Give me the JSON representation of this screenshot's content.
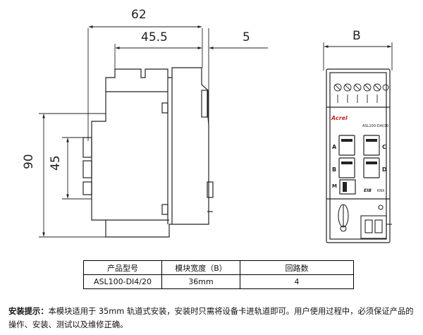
{
  "dimensions": {
    "width_total": "62",
    "depth_body": "45.5",
    "rail_offset": "5",
    "height_total": "90",
    "height_front": "45",
    "module_width": "B"
  },
  "device": {
    "brand": "Acrel",
    "model": "ASL100-DI4/20",
    "buttons": [
      "A",
      "B",
      "C",
      "D"
    ],
    "mode_label": "M",
    "bus_mark": "EIB",
    "knx_mark": "KNX"
  },
  "table": {
    "headers": [
      "产品型号",
      "模块宽度（B）",
      "回路数"
    ],
    "rows": [
      [
        "ASL100-DI4/20",
        "36mm",
        "4"
      ]
    ]
  },
  "note": {
    "label": "安装提示：",
    "text": "本模块适用于 35mm 轨道式安装，安装时只需将设备卡进轨道即可。用户使用过程中，必须保证产品的操作、安装、测试以及维修正确。"
  },
  "colors": {
    "line": "#222222",
    "brand_red": "#cc2222"
  }
}
